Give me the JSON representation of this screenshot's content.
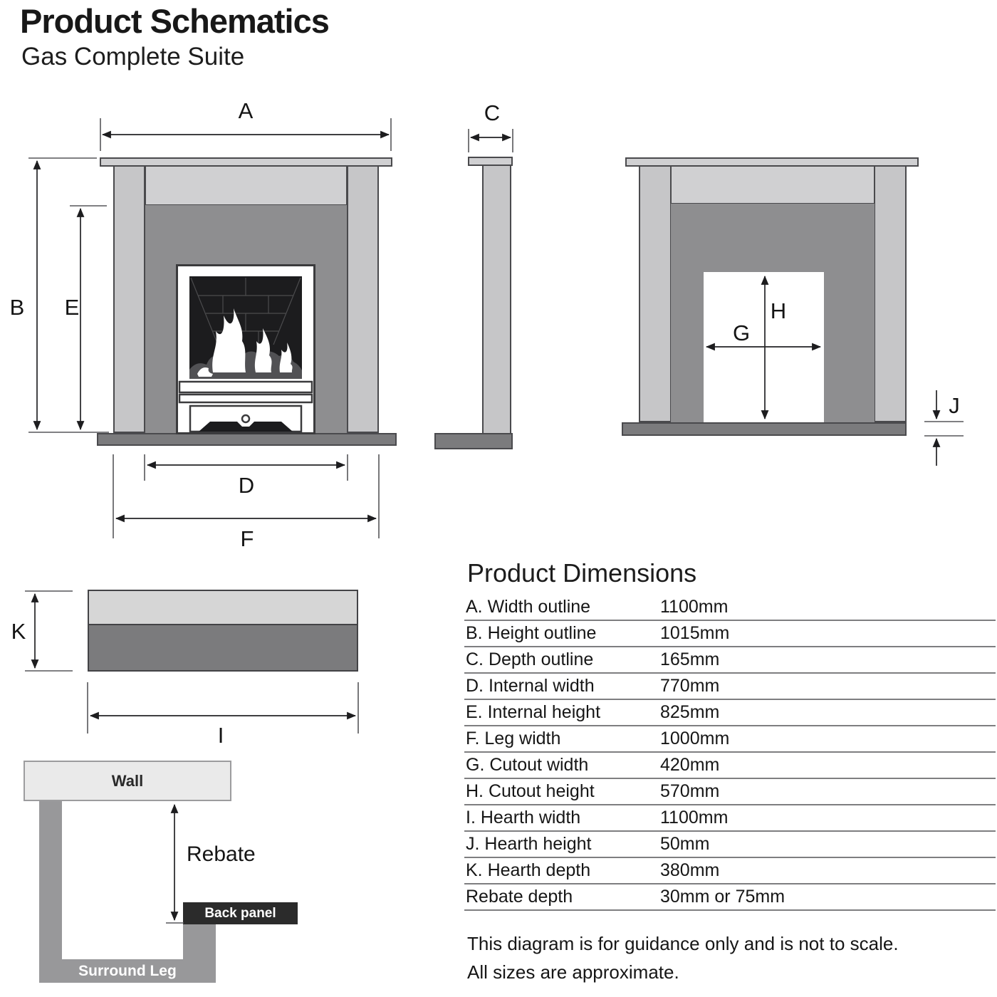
{
  "header": {
    "title": "Product Schematics",
    "subtitle": "Gas Complete Suite"
  },
  "dim_labels": {
    "a": "A",
    "b": "B",
    "c": "C",
    "d": "D",
    "e": "E",
    "f": "F",
    "g": "G",
    "h": "H",
    "i": "I",
    "j": "J",
    "k": "K"
  },
  "rebate_diagram": {
    "wall": "Wall",
    "rebate": "Rebate",
    "back_panel": "Back panel",
    "surround_leg": "Surround Leg"
  },
  "dimensions": {
    "heading": "Product Dimensions",
    "rows": [
      {
        "label": "A. Width outline",
        "value": "1100mm"
      },
      {
        "label": "B. Height outline",
        "value": "1015mm"
      },
      {
        "label": "C. Depth outline",
        "value": "165mm"
      },
      {
        "label": "D. Internal width",
        "value": "770mm"
      },
      {
        "label": "E. Internal height",
        "value": "825mm"
      },
      {
        "label": "F. Leg width",
        "value": "1000mm"
      },
      {
        "label": "G. Cutout width",
        "value": "420mm"
      },
      {
        "label": "H. Cutout height",
        "value": "570mm"
      },
      {
        "label": "I. Hearth width",
        "value": "1100mm"
      },
      {
        "label": "J. Hearth height",
        "value": "50mm"
      },
      {
        "label": "K. Hearth depth",
        "value": "380mm"
      },
      {
        "label": "Rebate depth",
        "value": "30mm or 75mm"
      }
    ]
  },
  "footer": {
    "line1": "This diagram is for guidance only and is not to scale.",
    "line2": "All sizes are approximate."
  },
  "colors": {
    "surround_light": "#c6c6c8",
    "header_light": "#d0d0d2",
    "back_panel_gray": "#8e8e90",
    "hearth_dark": "#7b7b7d",
    "hearth_top_light": "#d6d6d6",
    "wall_light": "#eaeaea",
    "profile_gray": "#98989a",
    "back_panel_black": "#2b2b2b",
    "line_color": "#2a2a2c"
  }
}
